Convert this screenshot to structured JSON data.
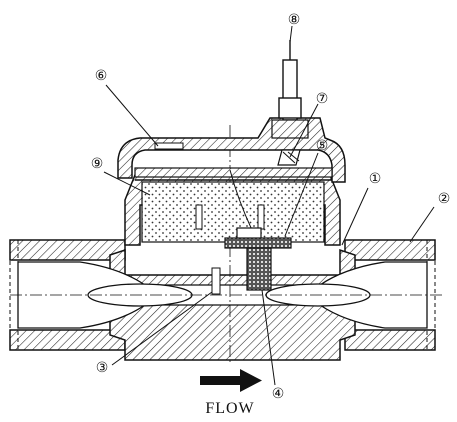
{
  "diagram": {
    "flow_label": "FLOW",
    "callouts": [
      {
        "id": "1",
        "glyph": "①"
      },
      {
        "id": "2",
        "glyph": "②"
      },
      {
        "id": "3",
        "glyph": "③"
      },
      {
        "id": "4",
        "glyph": "④"
      },
      {
        "id": "5",
        "glyph": "⑤"
      },
      {
        "id": "6",
        "glyph": "⑥"
      },
      {
        "id": "7",
        "glyph": "⑦"
      },
      {
        "id": "8",
        "glyph": "⑧"
      },
      {
        "id": "9",
        "glyph": "⑨"
      }
    ]
  },
  "colors": {
    "line": "#111111",
    "background": "#ffffff"
  }
}
